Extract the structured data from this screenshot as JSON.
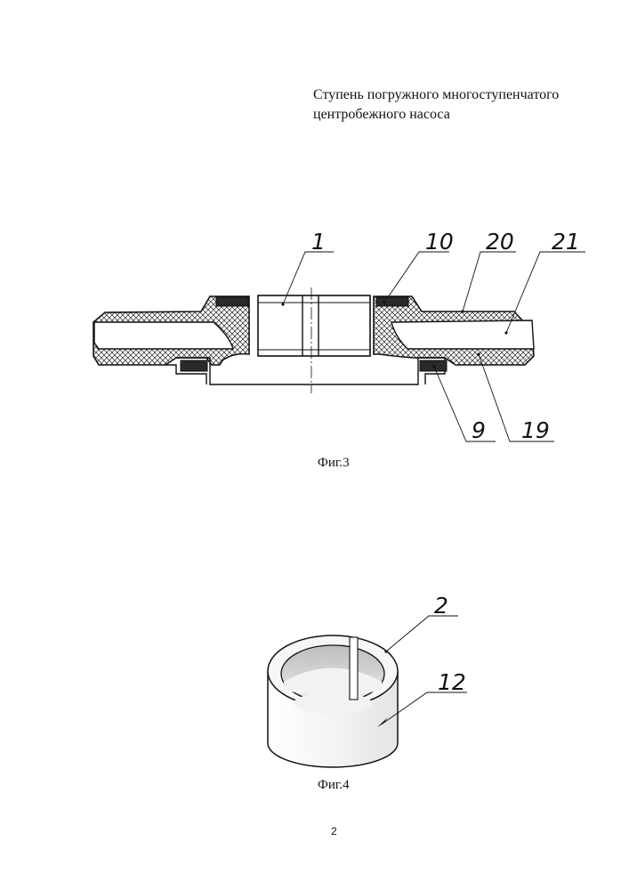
{
  "title": "Ступень погружного многоступенчатого\nцентробежного насоса",
  "fig3": {
    "caption": "Фиг.3",
    "labels": {
      "l1": "1",
      "l10": "10",
      "l20": "20",
      "l21": "21",
      "l9": "9",
      "l19": "19"
    }
  },
  "fig4": {
    "caption": "Фиг.4",
    "labels": {
      "l2": "2",
      "l12": "12"
    }
  },
  "page_number": "2"
}
